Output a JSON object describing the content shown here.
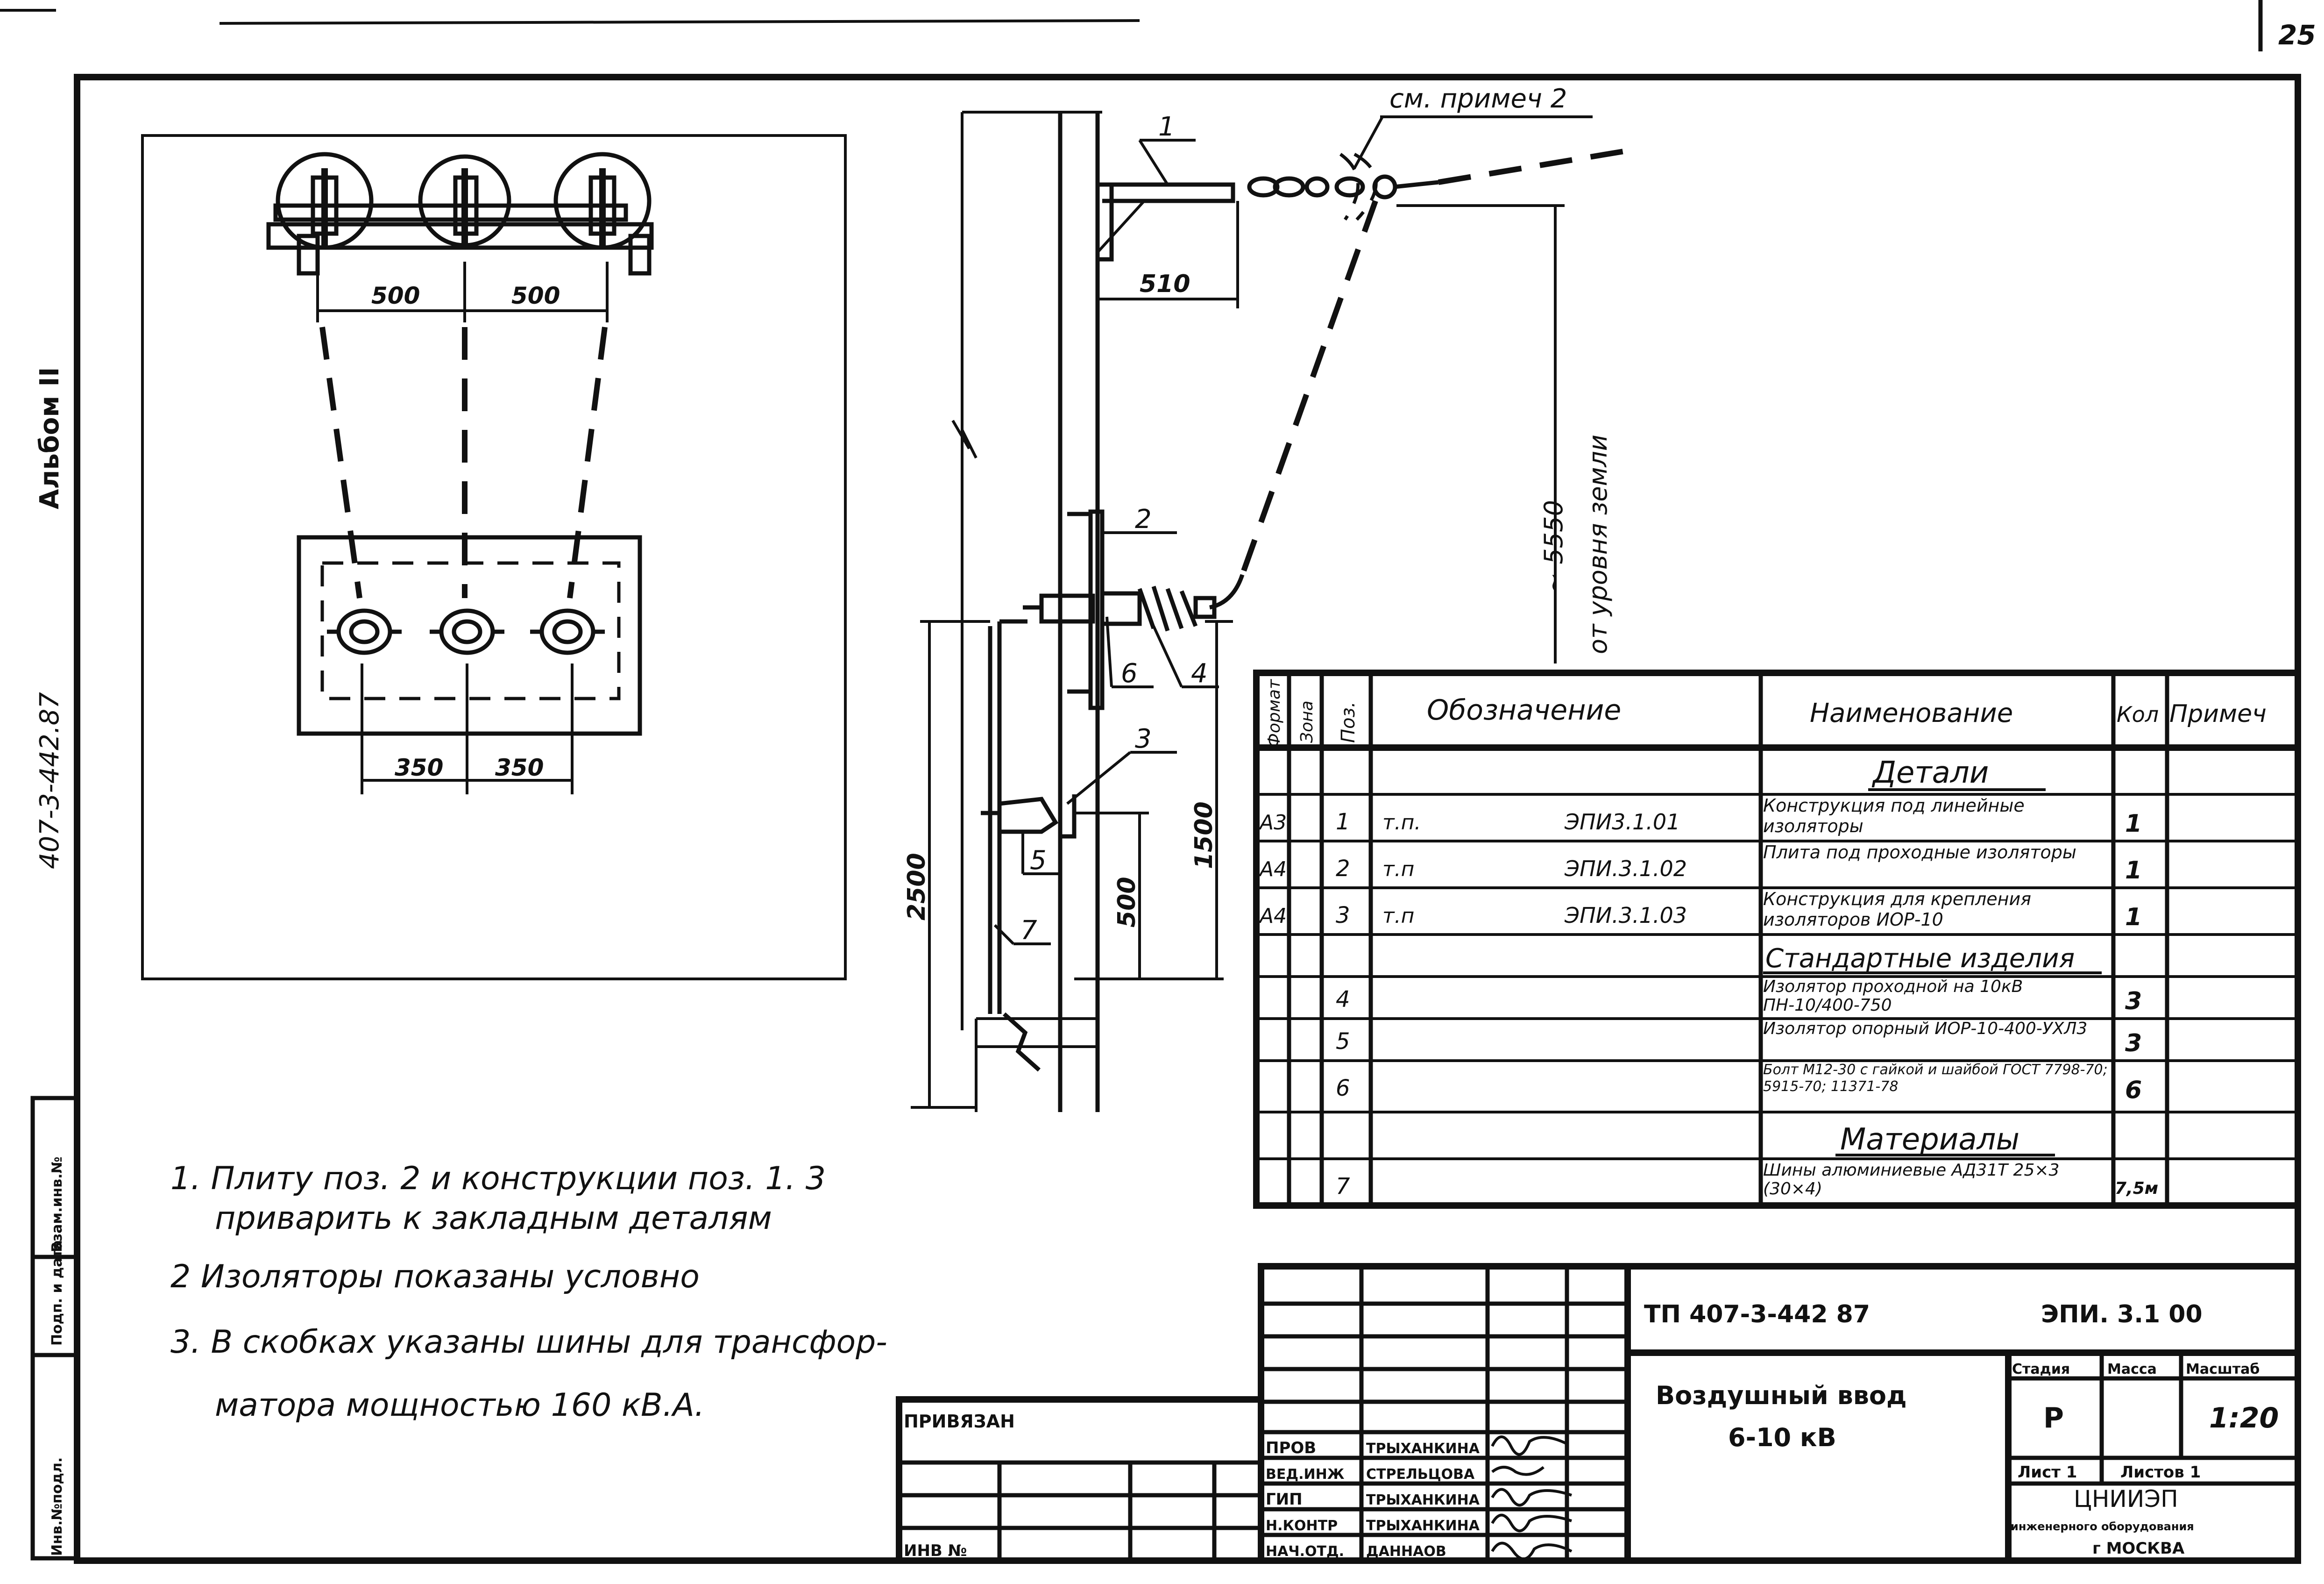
{
  "sheet": {
    "page_number": "25"
  },
  "side": {
    "album": "Альбом II",
    "code": "407-3-442.87",
    "stamp_cells": [
      "Инв.№подл.",
      "Подп. и дата",
      "Взам.инв.№"
    ]
  },
  "plan_view": {
    "dim_top_1": "500",
    "dim_top_2": "500",
    "dim_bottom_1": "350",
    "dim_bottom_2": "350"
  },
  "elevation_view": {
    "callout_note": "см. примеч 2",
    "dim_510": "510",
    "dim_height": "~ 5550",
    "dim_height_note": "от уровня земли",
    "dim_2500": "2500",
    "dim_1500": "1500",
    "dim_500": "500",
    "pos_labels": [
      "1",
      "2",
      "3",
      "4",
      "5",
      "6",
      "7"
    ]
  },
  "spec_table": {
    "headers": {
      "format": "Формат",
      "zone": "Зона",
      "pos": "Поз.",
      "designation": "Обозначение",
      "name": "Наименование",
      "qty": "Кол",
      "note": "Примеч"
    },
    "sections": {
      "details": "Детали",
      "standard": "Стандартные изделия",
      "materials": "Материалы"
    },
    "rows": [
      {
        "format": "А3",
        "pos": "1",
        "prefix": "т.п.",
        "designation": "ЭПИ3.1.01",
        "name": "Конструкция под линейные изоляторы",
        "qty": "1"
      },
      {
        "format": "А4",
        "pos": "2",
        "prefix": "т.п",
        "designation": "ЭПИ.3.1.02",
        "name": "Плита под проходные изоляторы",
        "qty": "1"
      },
      {
        "format": "А4",
        "pos": "3",
        "prefix": "т.п",
        "designation": "ЭПИ.3.1.03",
        "name": "Конструкция для крепления изоляторов ИОР-10",
        "qty": "1"
      },
      {
        "format": "",
        "pos": "4",
        "prefix": "",
        "designation": "",
        "name": "Изолятор проходной на 10кВ ПН-10/400-750",
        "qty": "3"
      },
      {
        "format": "",
        "pos": "5",
        "prefix": "",
        "designation": "",
        "name": "Изолятор опорный ИОР-10-400-УХЛ3",
        "qty": "3"
      },
      {
        "format": "",
        "pos": "6",
        "prefix": "",
        "designation": "",
        "name": "Болт М12-30 с гайкой и шайбой ГОСТ 7798-70; 5915-70; 11371-78",
        "qty": "6"
      },
      {
        "format": "",
        "pos": "7",
        "prefix": "",
        "designation": "",
        "name": "Шины алюминиевые АД31Т 25×3 (30×4)",
        "qty": "7,5м"
      }
    ]
  },
  "notes": [
    "1. Плиту поз. 2 и конструкции поз. 1. 3",
    "приварить к закладным деталям",
    "2 Изоляторы показаны условно",
    "3. В скобках указаны шины для трансфор-",
    "матора мощностью 160 кВ.А."
  ],
  "title_block": {
    "bound": "ПРИВЯЗАН",
    "inv_no": "ИНВ №",
    "doc_code": "ТП 407-3-442 87",
    "sheet_code": "ЭПИ. 3.1 00",
    "title_line1": "Воздушный ввод",
    "title_line2": "6-10 кВ",
    "stage_header": "Стадия",
    "mass_header": "Масса",
    "scale_header": "Масштаб",
    "stage": "Р",
    "scale": "1:20",
    "sheet": "Лист 1",
    "sheets": "Листов 1",
    "org1": "ЦНИИЭП",
    "org2": "инженерного оборудования",
    "org3": "г МОСКВА",
    "roles": [
      {
        "role": "ПРОВ",
        "name": "ТРЫХАНКИНА"
      },
      {
        "role": "ВЕД.ИНЖ",
        "name": "СТРЕЛЬЦОВА"
      },
      {
        "role": "ГИП",
        "name": "ТРЫХАНКИНА"
      },
      {
        "role": "Н.КОНТР",
        "name": "ТРЫХАНКИНА"
      },
      {
        "role": "НАЧ.ОТД.",
        "name": "ДАННАОВ"
      }
    ]
  }
}
